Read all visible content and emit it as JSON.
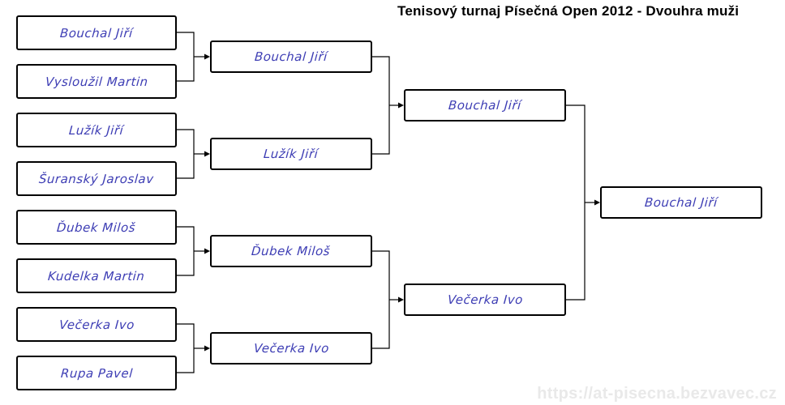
{
  "title": "Tenisový turnaj Písečná Open 2012 - Dvouhra muži",
  "watermark": "https://at-pisecna.bezvavec.cz",
  "colors": {
    "name_text": "#3d3db4",
    "box_border": "#000000",
    "connector": "#000000",
    "title_text": "#000000",
    "watermark_text": "#e9e9e9",
    "background": "#ffffff"
  },
  "bracket": {
    "rounds": [
      {
        "players": [
          "Bouchal Jiří",
          "Vysloužil Martin",
          "Lužík Jiří",
          "Šuranský Jaroslav",
          "Ďubek Miloš",
          "Kudelka Martin",
          "Večerka Ivo",
          "Rupa Pavel"
        ]
      },
      {
        "players": [
          "Bouchal Jiří",
          "Lužík Jiří",
          "Ďubek Miloš",
          "Večerka Ivo"
        ]
      },
      {
        "players": [
          "Bouchal Jiří",
          "Večerka Ivo"
        ]
      },
      {
        "players": [
          "Bouchal Jiří"
        ]
      }
    ],
    "champion": "Bouchal Jiří"
  }
}
